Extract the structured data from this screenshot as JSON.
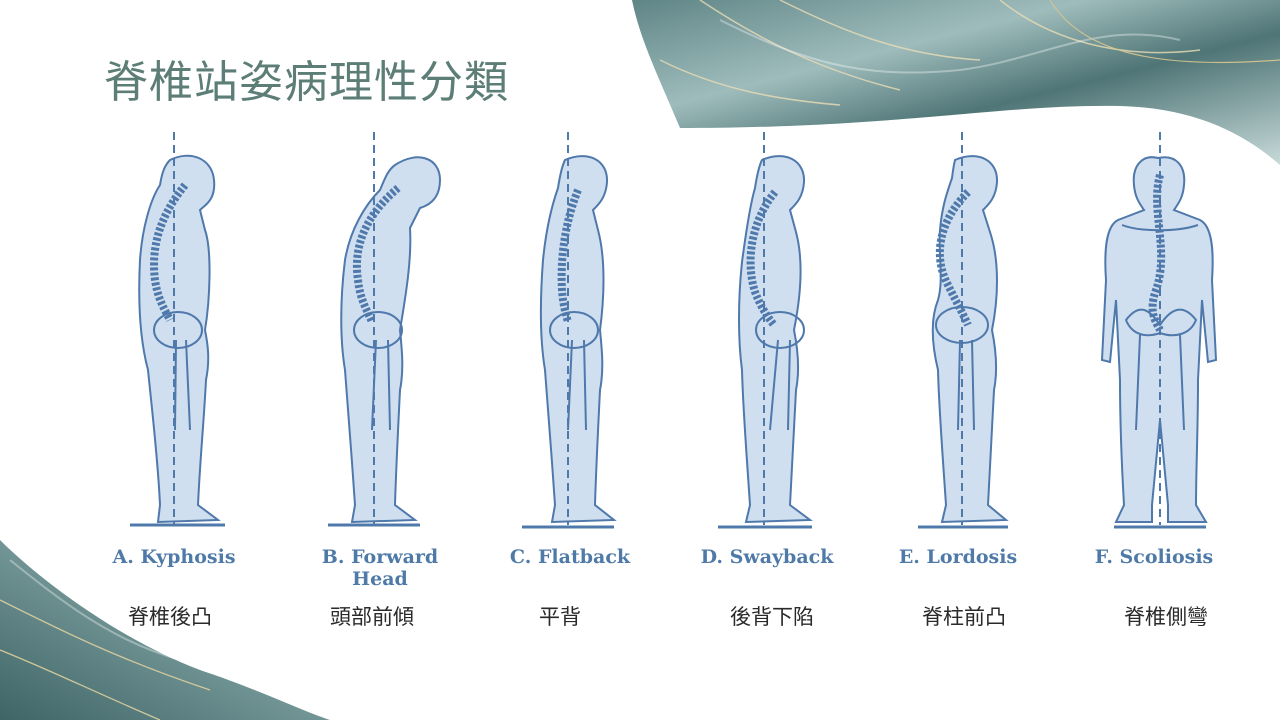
{
  "title": "脊椎站姿病理性分類",
  "figures": [
    {
      "id": "A",
      "en_label": "A. Kyphosis",
      "zh_label": "脊椎後凸"
    },
    {
      "id": "B",
      "en_label": "B. Forward\nHead",
      "zh_label": "頭部前傾"
    },
    {
      "id": "C",
      "en_label": "C. Flatback",
      "zh_label": "平背"
    },
    {
      "id": "D",
      "en_label": "D. Swayback",
      "zh_label": "後背下陷"
    },
    {
      "id": "E",
      "en_label": "E. Lordosis",
      "zh_label": "脊柱前凸"
    },
    {
      "id": "F",
      "en_label": "F. Scoliosis",
      "zh_label": "脊椎側彎"
    }
  ],
  "colors": {
    "title": "#5d7d77",
    "figure_fill": "#cfdff0",
    "figure_stroke": "#4f78ab",
    "caption_en": "#4f7aa8",
    "marble_dark": "#6b8f90",
    "marble_light": "#b9cfcf",
    "marble_vein": "#c9b27a"
  }
}
